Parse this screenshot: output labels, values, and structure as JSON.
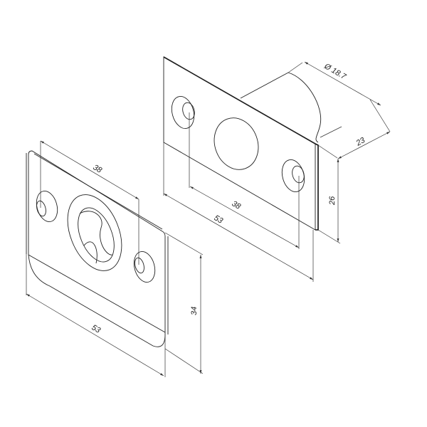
{
  "drawing": {
    "latch_assembly": {
      "dimensions": {
        "diameter": "Ø 18.7",
        "depth": "23",
        "height": "26",
        "hole_spacing": "38",
        "width": "53"
      }
    },
    "strike_plate": {
      "dimensions": {
        "hole_spacing": "38",
        "width": "53",
        "height": "34"
      }
    }
  },
  "colors": {
    "line": "#222222",
    "background": "#ffffff"
  }
}
